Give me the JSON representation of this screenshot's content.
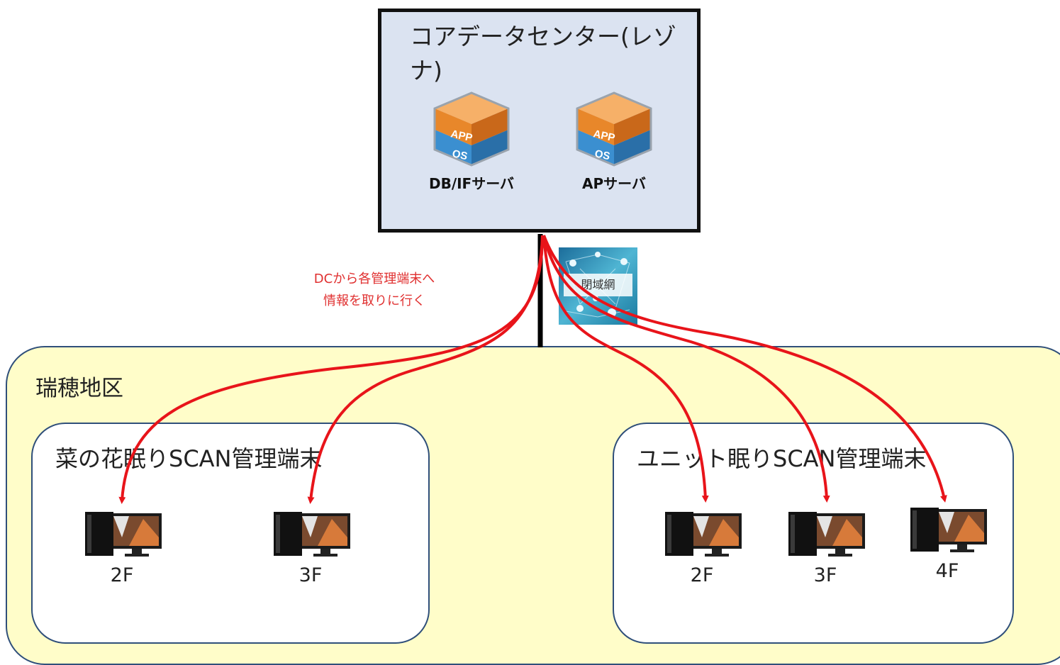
{
  "data_center": {
    "title": "コアデータセンター(レゾナ)",
    "servers": [
      {
        "label": "DB/IFサーバ",
        "icon": "vm-box-icon",
        "badge_top": "APP",
        "badge_bottom": "OS"
      },
      {
        "label": "APサーバ",
        "icon": "vm-box-icon",
        "badge_top": "APP",
        "badge_bottom": "OS"
      }
    ]
  },
  "network": {
    "label": "閉域網",
    "icon": "closed-network-icon"
  },
  "note": {
    "line1": "DCから各管理端末へ",
    "line2": "情報を取りに行く"
  },
  "region": {
    "label": "瑞穂地区",
    "groups": [
      {
        "title": "菜の花眠りSCAN管理端末",
        "terminals": [
          "2F",
          "3F"
        ]
      },
      {
        "title": "ユニット眠りSCAN管理端末",
        "terminals": [
          "2F",
          "3F",
          "4F"
        ]
      }
    ]
  },
  "colors": {
    "dc_fill": "#dbe3f1",
    "region_fill": "#fffdc9",
    "border": "#2f4f7a",
    "arrow": "#e8141a",
    "note_text": "#e03030",
    "cube_top": "#e8872a",
    "cube_bottom": "#3b8fd0"
  }
}
